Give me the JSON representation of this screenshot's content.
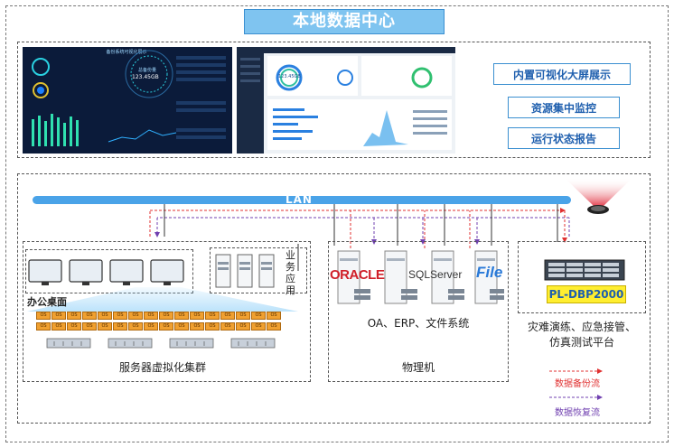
{
  "title": "本地数据中心",
  "features": [
    "内置可视化大屏展示",
    "资源集中监控",
    "运行状态报告"
  ],
  "dashboard_left": {
    "title": "备份系统可视化展示",
    "value_label": "总备份量",
    "value": "123.45GB"
  },
  "dashboard_right": {
    "value": "123.45GB"
  },
  "lan_label": "LAN",
  "virtual": {
    "desktop_label": "办公桌面",
    "business_label": "业务应用",
    "cluster_label": "服务器虚拟化集群",
    "chip_text": "OS"
  },
  "physical": {
    "apps": [
      "ORACLE",
      "SQLServer",
      "File"
    ],
    "systems_label": "OA、ERP、文件系统",
    "label": "物理机"
  },
  "dbp": {
    "model": "PL-DBP2000",
    "desc_line1": "灾难演练、应急接管、",
    "desc_line2": "仿真测试平台"
  },
  "legend": {
    "backup": "数据备份流",
    "restore": "数据恢复流"
  },
  "colors": {
    "backup": "#e03030",
    "restore": "#7040b0",
    "lan": "#4aa3e8",
    "accent": "#1f5fae"
  }
}
